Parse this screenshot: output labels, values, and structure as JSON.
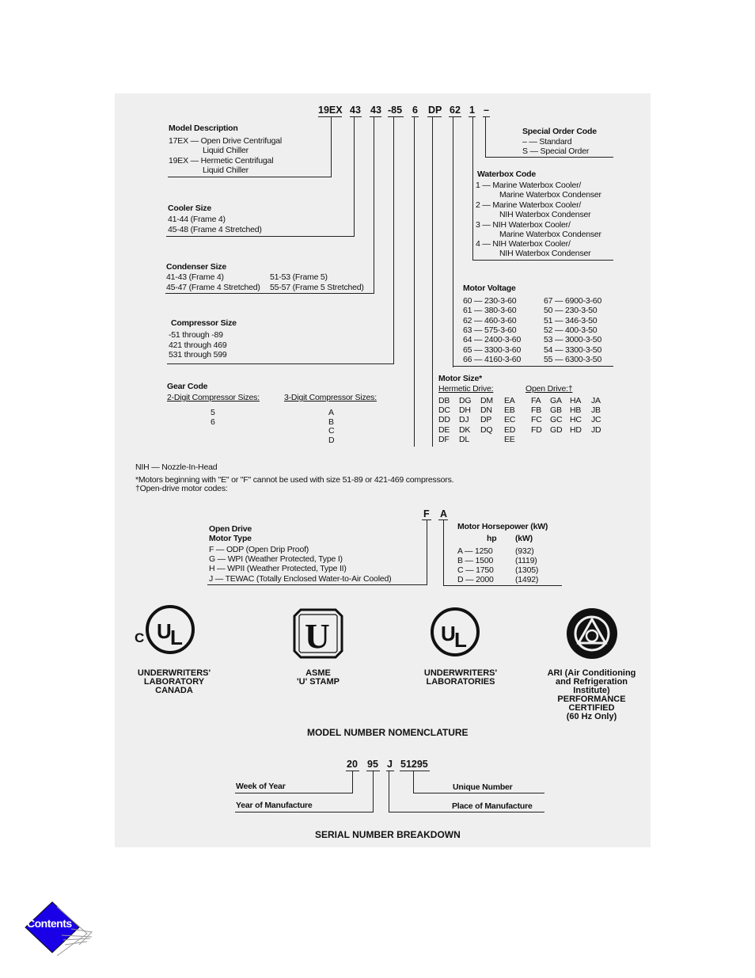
{
  "model_code": {
    "parts": [
      "19EX",
      "43",
      "43",
      "-85",
      "6",
      "DP",
      "62",
      "1",
      "–"
    ]
  },
  "special_order": {
    "title": "Special Order Code",
    "rows": [
      "– — Standard",
      "S — Special Order"
    ]
  },
  "model_description": {
    "title": "Model Description",
    "rows": [
      "17EX — Open Drive Centrifugal",
      "Liquid Chiller",
      "19EX — Hermetic Centrifugal",
      "Liquid Chiller"
    ]
  },
  "waterbox": {
    "title": "Waterbox Code",
    "rows": [
      "1 — Marine Waterbox Cooler/",
      "Marine Waterbox Condenser",
      "2 — Marine Waterbox Cooler/",
      "NIH Waterbox Condenser",
      "3 — NIH Waterbox Cooler/",
      "Marine Waterbox Condenser",
      "4 — NIH Waterbox Cooler/",
      "NIH Waterbox Condenser"
    ]
  },
  "cooler_size": {
    "title": "Cooler Size",
    "rows": [
      "41-44 (Frame 4)",
      "45-48 (Frame 4 Stretched)"
    ]
  },
  "condenser_size": {
    "title": "Condenser Size",
    "col1": [
      "41-43 (Frame 4)",
      "45-47 (Frame 4 Stretched)"
    ],
    "col2": [
      "51-53 (Frame 5)",
      "55-57 (Frame 5 Stretched)"
    ]
  },
  "motor_voltage": {
    "title": "Motor Voltage",
    "left": [
      "60 — 230-3-60",
      "61 — 380-3-60",
      "62 — 460-3-60",
      "63 — 575-3-60",
      "64 — 2400-3-60",
      "65 — 3300-3-60",
      "66 — 4160-3-60"
    ],
    "right": [
      "67 — 6900-3-60",
      "50 — 230-3-50",
      "51 — 346-3-50",
      "52 — 400-3-50",
      "53 — 3000-3-50",
      "54 — 3300-3-50",
      "55 — 6300-3-50"
    ]
  },
  "compressor_size": {
    "title": "Compressor Size",
    "rows": [
      "-51 through -89",
      "421 through 469",
      "531 through 599"
    ]
  },
  "motor_size": {
    "title": "Motor Size*",
    "hermetic_label": "Hermetic Drive:",
    "open_label": "Open Drive:†",
    "hermetic_rows": [
      [
        "DB",
        "DG",
        "DM",
        "EA"
      ],
      [
        "DC",
        "DH",
        "DN",
        "EB"
      ],
      [
        "DD",
        "DJ",
        "DP",
        "EC"
      ],
      [
        "DE",
        "DK",
        "DQ",
        "ED"
      ],
      [
        "DF",
        "DL",
        "",
        "EE"
      ]
    ],
    "open_rows": [
      [
        "FA",
        "GA",
        "HA",
        "JA"
      ],
      [
        "FB",
        "GB",
        "HB",
        "JB"
      ],
      [
        "FC",
        "GC",
        "HC",
        "JC"
      ],
      [
        "FD",
        "GD",
        "HD",
        "JD"
      ]
    ]
  },
  "gear_code": {
    "title": "Gear Code",
    "two_digit_label": "2-Digit Compressor Sizes:",
    "three_digit_label": "3-Digit Compressor Sizes:",
    "two_digit": [
      "5",
      "6"
    ],
    "three_digit": [
      "A",
      "B",
      "C",
      "D"
    ]
  },
  "footnotes": [
    "NIH — Nozzle-In-Head",
    "*Motors beginning with \"E\" or \"F\" cannot be used with size 51-89 or 421-469 compressors.",
    "†Open-drive motor codes:"
  ],
  "open_drive": {
    "code": [
      "F",
      "A"
    ],
    "motor_type_title": [
      "Open Drive",
      "Motor Type"
    ],
    "motor_types": [
      "F — ODP (Open Drip Proof)",
      "G — WPI (Weather Protected, Type I)",
      "H — WPII (Weather Protected, Type II)",
      "J — TEWAC (Totally Enclosed Water-to-Air Cooled)"
    ],
    "hp_title": "Motor Horsepower (kW)",
    "hp_header": [
      "hp",
      "(kW)"
    ],
    "hp_rows": [
      [
        "A — 1250",
        "(932)"
      ],
      [
        "B — 1500",
        "(1119)"
      ],
      [
        "C — 1750",
        "(1305)"
      ],
      [
        "D — 2000",
        "(1492)"
      ]
    ]
  },
  "certifications": [
    {
      "icon": "ul-canada-icon",
      "label": "UNDERWRITERS'\nLABORATORY\nCANADA"
    },
    {
      "icon": "asme-u-stamp-icon",
      "label": "ASME\n'U' STAMP"
    },
    {
      "icon": "ul-icon",
      "label": "UNDERWRITERS'\nLABORATORIES"
    },
    {
      "icon": "ari-icon",
      "label": "ARI (Air Conditioning\nand Refrigeration\nInstitute)\nPERFORMANCE\nCERTIFIED\n(60 Hz Only)"
    }
  ],
  "captions": {
    "model": "MODEL NUMBER NOMENCLATURE",
    "serial": "SERIAL NUMBER BREAKDOWN"
  },
  "serial": {
    "parts": [
      "20",
      "95",
      "J",
      "51295"
    ],
    "week": "Week of Year",
    "year": "Year of Manufacture",
    "unique": "Unique Number",
    "place": "Place of Manufacture"
  },
  "nav": {
    "contents_label": "Contents",
    "accent": "#1a00e6"
  }
}
